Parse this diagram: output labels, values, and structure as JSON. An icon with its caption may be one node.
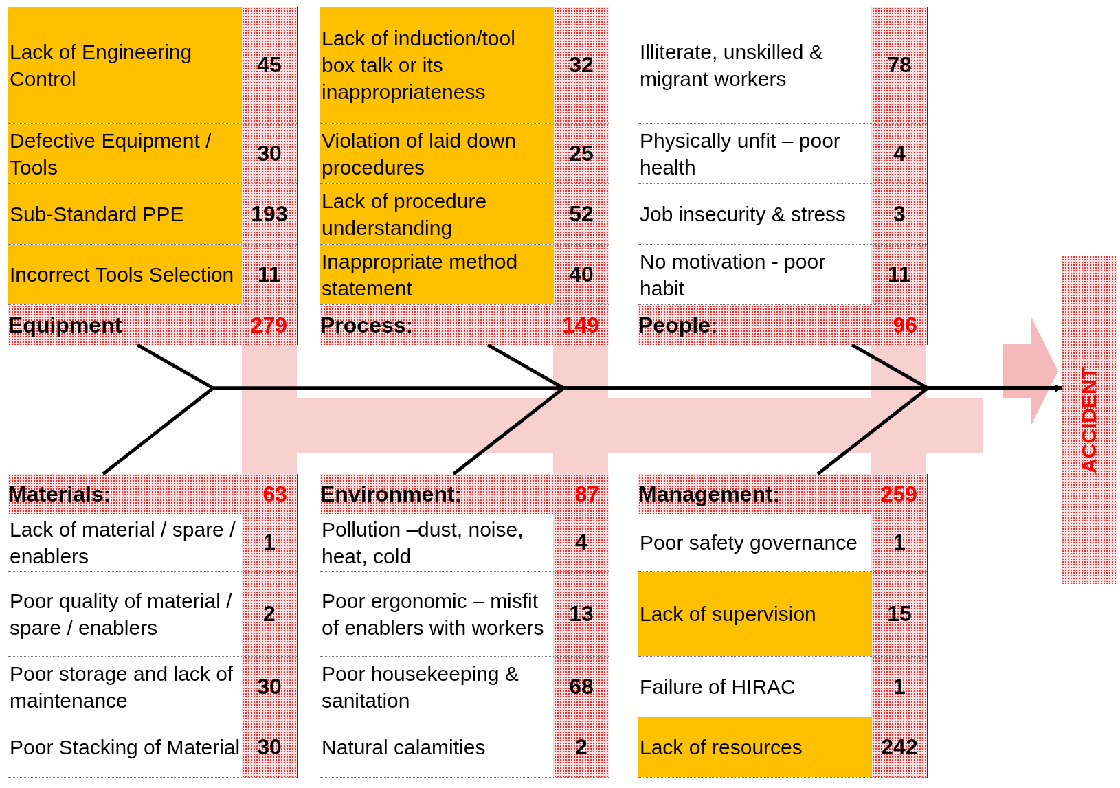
{
  "diagram": {
    "nodes": [
      {
        "text": [
          "Equipment",
          "279"
        ]
      },
      {
        "text": [
          "Lack of Engineering Control",
          "45"
        ],
        "in": 0
      },
      {
        "text": [
          "Defective Equipment / Tools",
          "30"
        ],
        "in": 0
      },
      {
        "text": [
          "Sub-Standard PPE",
          "193"
        ],
        "in": 0
      },
      {
        "text": [
          "Incorrect Tools Selection",
          "11"
        ],
        "in": 0
      },
      {
        "text": [
          "Process:",
          "149"
        ]
      },
      {
        "text": [
          "Lack of induction/tool box talk or its inappropriateness",
          "32"
        ],
        "in": 5
      },
      {
        "text": [
          "Violation of laid down procedures",
          "25"
        ],
        "in": 5
      },
      {
        "text": [
          "Lack of procedure understanding",
          "52"
        ],
        "in": 5
      },
      {
        "text": [
          "Inappropriate method statement",
          "40"
        ],
        "in": 5
      },
      {
        "text": [
          "People:",
          "96"
        ]
      },
      {
        "text": [
          "Illiterate, unskilled & migrant workers",
          "78"
        ],
        "in": 10
      },
      {
        "text": [
          "Physically unfit – poor health",
          "4"
        ],
        "in": 10
      },
      {
        "text": [
          "Job insecurity & stress",
          "3"
        ],
        "in": 10
      },
      {
        "text": [
          "No motivation  - poor habit",
          "11"
        ],
        "in": 10
      },
      {
        "text": [
          "Materials:",
          "63"
        ]
      },
      {
        "text": [
          "Lack of material / spare / enablers",
          "1"
        ],
        "in": 15
      },
      {
        "text": [
          "Poor quality  of material / spare / enablers",
          "2"
        ],
        "in": 15
      },
      {
        "text": [
          "Poor storage and lack of maintenance",
          "30"
        ],
        "in": 15
      },
      {
        "text": [
          "Poor Stacking of Material",
          "30"
        ],
        "in": 15
      },
      {
        "text": [
          "Environment:",
          "87"
        ]
      },
      {
        "text": [
          "Pollution –dust, noise, heat, cold",
          "4"
        ],
        "in": 20
      },
      {
        "text": [
          "Poor ergonomic – misfit of enablers with workers",
          "13"
        ],
        "in": 20
      },
      {
        "text": [
          "Poor housekeeping & sanitation",
          "68"
        ],
        "in": 20
      },
      {
        "text": [
          "Natural calamities",
          "2"
        ],
        "in": 20
      },
      {
        "text": [
          "Management:",
          "259"
        ]
      },
      {
        "text": [
          "Poor safety governance",
          "1"
        ],
        "in": 25
      },
      {
        "text": [
          "Lack of supervision",
          "15"
        ],
        "in": 25
      },
      {
        "text": [
          "Failure of HIRAC",
          "1"
        ],
        "in": 25
      },
      {
        "text": [
          "Lack of resources",
          "242"
        ],
        "in": 25
      },
      {
        "text": [
          "ACCIDENT"
        ]
      }
    ],
    "edges": [
      {
        "from": 0,
        "to": 30,
        "arrow": "to"
      },
      {
        "from": 5,
        "to": 30,
        "arrow": "to"
      },
      {
        "from": 10,
        "to": 30,
        "arrow": "to"
      },
      {
        "from": 15,
        "to": 30,
        "arrow": "to"
      },
      {
        "from": 20,
        "to": 30,
        "arrow": "to"
      },
      {
        "from": 25,
        "to": 30,
        "arrow": "to"
      }
    ]
  }
}
